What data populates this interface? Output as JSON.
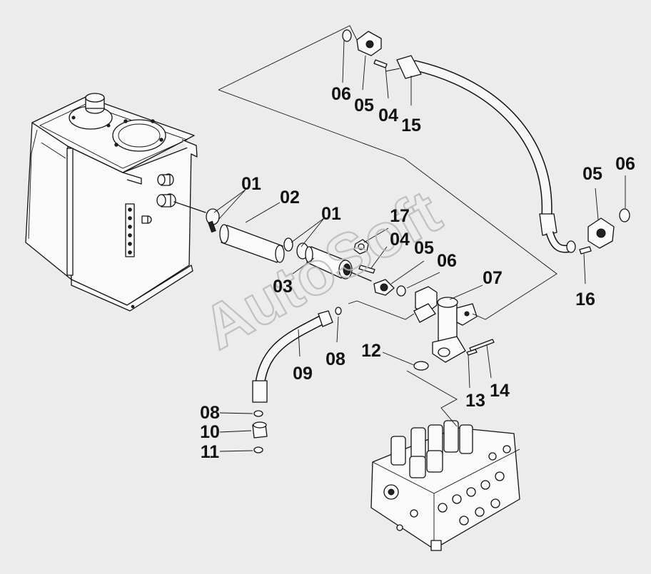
{
  "watermark": "AutoSoft",
  "callouts": [
    {
      "id": "c01a",
      "label": "01"
    },
    {
      "id": "c02",
      "label": "02"
    },
    {
      "id": "c01b",
      "label": "01"
    },
    {
      "id": "c03",
      "label": "03"
    },
    {
      "id": "c17",
      "label": "17"
    },
    {
      "id": "c04a",
      "label": "04"
    },
    {
      "id": "c05a",
      "label": "05"
    },
    {
      "id": "c06a",
      "label": "06"
    },
    {
      "id": "c07",
      "label": "07"
    },
    {
      "id": "c06b",
      "label": "06"
    },
    {
      "id": "c05b",
      "label": "05"
    },
    {
      "id": "c04b",
      "label": "04"
    },
    {
      "id": "c15",
      "label": "15"
    },
    {
      "id": "c05c",
      "label": "05"
    },
    {
      "id": "c06c",
      "label": "06"
    },
    {
      "id": "c16",
      "label": "16"
    },
    {
      "id": "c08a",
      "label": "08"
    },
    {
      "id": "c09",
      "label": "09"
    },
    {
      "id": "c12",
      "label": "12"
    },
    {
      "id": "c13",
      "label": "13"
    },
    {
      "id": "c14",
      "label": "14"
    },
    {
      "id": "c08b",
      "label": "08"
    },
    {
      "id": "c10",
      "label": "10"
    },
    {
      "id": "c11",
      "label": "11"
    }
  ],
  "colors": {
    "background": "#ececec",
    "line": "#111111",
    "watermark": "#b9b9b9"
  }
}
